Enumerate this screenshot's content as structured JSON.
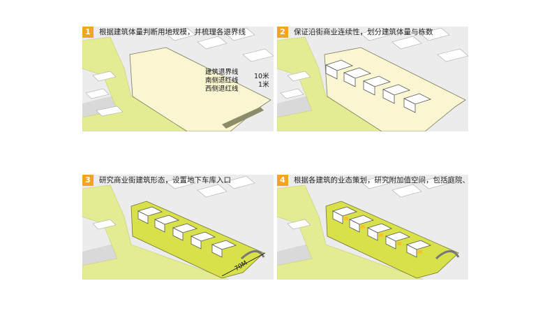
{
  "panels": [
    {
      "number": "1",
      "caption": "根据建筑体量判断用地规模，并梳理各退界线",
      "annotations": {
        "lines": [
          "建筑退界线",
          "南侧退红线",
          "西侧退红线"
        ],
        "values": [
          "10米",
          "1米"
        ]
      }
    },
    {
      "number": "2",
      "caption": "保证沿街商业连续性，划分建筑体量与栋数"
    },
    {
      "number": "3",
      "caption": "研究商业街建筑形态，设置地下车库入口",
      "dimension": "70M"
    },
    {
      "number": "4",
      "caption": "根据各建筑的业态策划，研究附加值空间，包括庭院、露台"
    }
  ],
  "colors": {
    "badge": "#f2a51f",
    "green": "#e4ec93",
    "site": "#fbf6d2",
    "road": "#d9d9d9",
    "building": "#ffffff",
    "accent_yellow": "#f5c22a"
  }
}
